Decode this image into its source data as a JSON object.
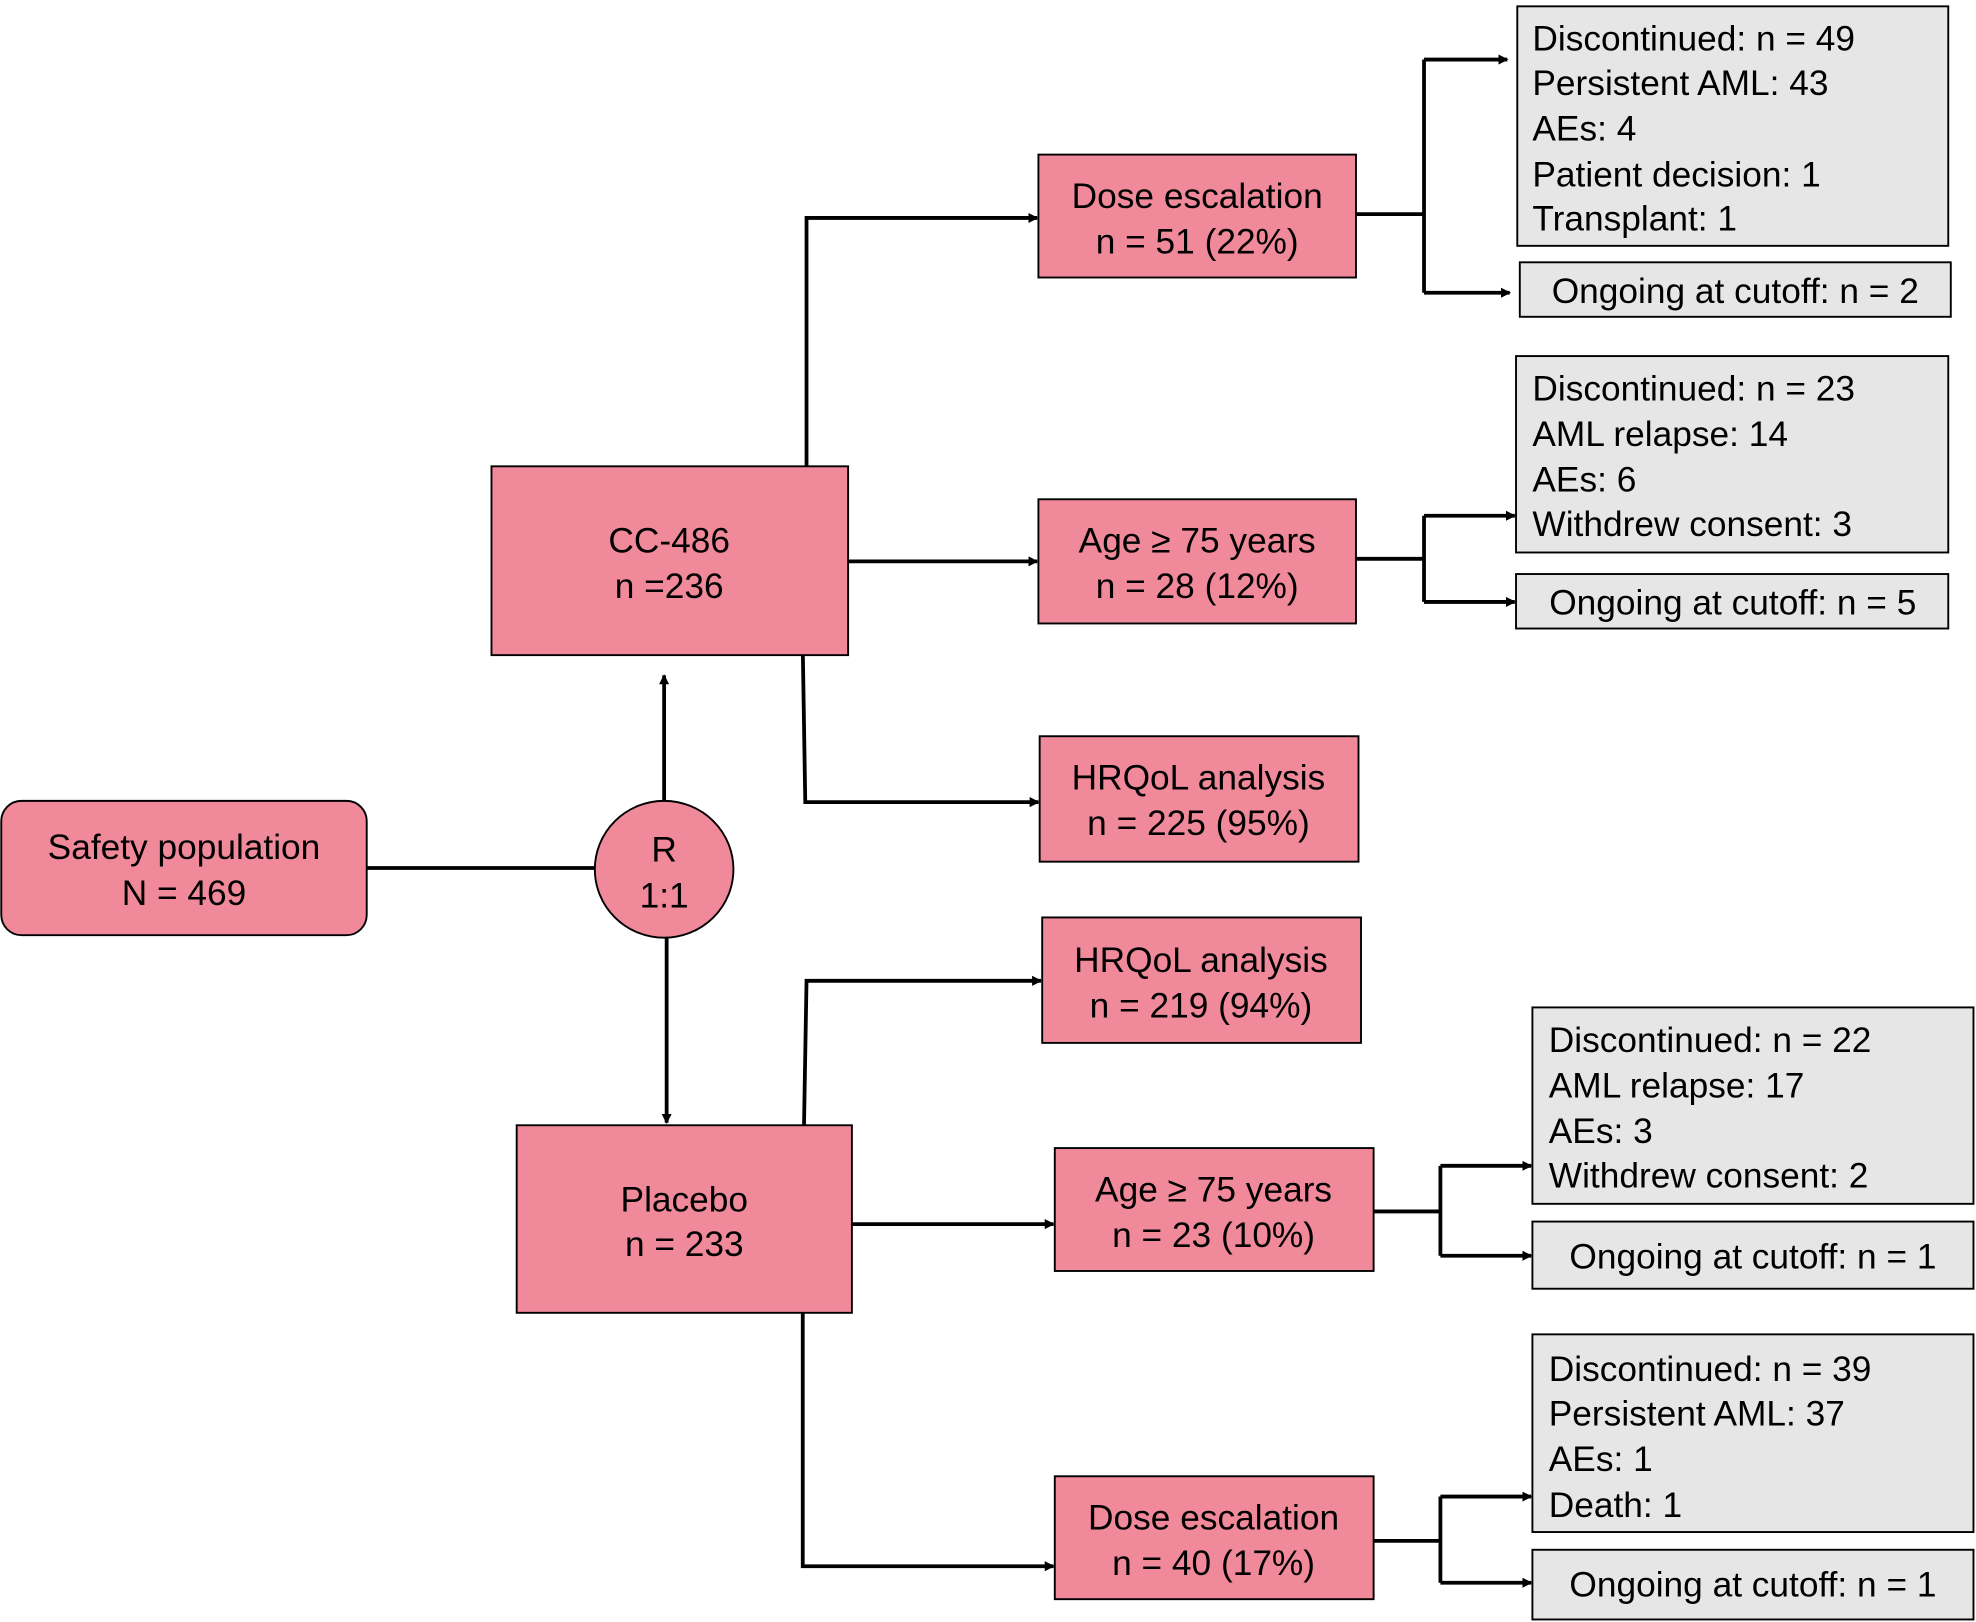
{
  "colors": {
    "arm_box": "#F0899A",
    "outcome_box": "#E6E6E6"
  },
  "safety": {
    "line1": "Safety population",
    "line2": "N = 469"
  },
  "randomization": {
    "line1": "R",
    "line2": "1:1"
  },
  "cc486": {
    "line1": "CC-486",
    "line2": "n =236",
    "dose_escalation": {
      "line1": "Dose escalation",
      "line2": "n = 51 (22%)",
      "discontinued": [
        "Discontinued: n = 49",
        "Persistent AML: 43",
        "AEs: 4",
        "Patient decision: 1",
        "Transplant: 1"
      ],
      "ongoing": "Ongoing at cutoff: n = 2"
    },
    "age": {
      "line1": "Age ≥ 75 years",
      "line2": "n = 28 (12%)",
      "discontinued": [
        "Discontinued: n = 23",
        "AML relapse: 14",
        "AEs: 6",
        "Withdrew consent: 3"
      ],
      "ongoing": "Ongoing at cutoff: n = 5"
    },
    "hrqol": {
      "line1": "HRQoL analysis",
      "line2": "n = 225 (95%)"
    }
  },
  "placebo": {
    "line1": "Placebo",
    "line2": "n = 233",
    "hrqol": {
      "line1": "HRQoL analysis",
      "line2": "n = 219 (94%)"
    },
    "age": {
      "line1": "Age ≥ 75 years",
      "line2": "n = 23 (10%)",
      "discontinued": [
        "Discontinued: n = 22",
        "AML relapse: 17",
        "AEs: 3",
        "Withdrew consent: 2"
      ],
      "ongoing": "Ongoing at cutoff: n = 1"
    },
    "dose_escalation": {
      "line1": "Dose escalation",
      "line2": "n = 40 (17%)",
      "discontinued": [
        "Discontinued: n = 39",
        "Persistent AML: 37",
        "AEs: 1",
        "Death: 1"
      ],
      "ongoing": "Ongoing at cutoff: n = 1"
    }
  }
}
